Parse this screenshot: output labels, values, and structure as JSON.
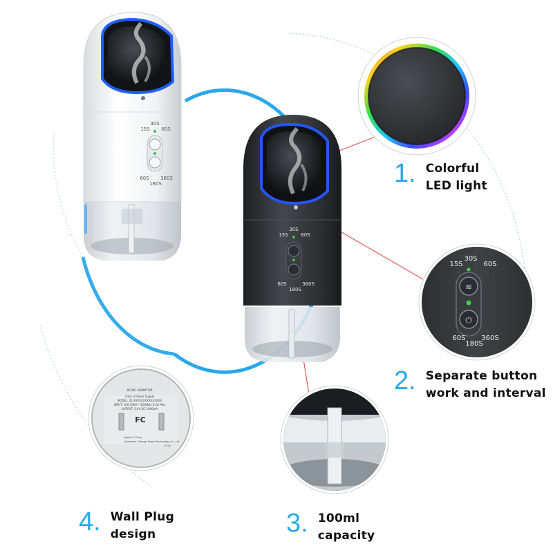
{
  "colors": {
    "accent": "#2aa8e8",
    "white_body": "#f4f5f6",
    "black_body": "#2b2d30",
    "callout_line": "#e05050"
  },
  "features": [
    {
      "number": "1.",
      "line1": "Colorful",
      "line2": "LED light"
    },
    {
      "number": "2.",
      "line1": "Separate button",
      "line2": "work and interval"
    },
    {
      "number": "3.",
      "line1": "100ml",
      "line2": "capacity"
    },
    {
      "number": "4.",
      "line1": "Wall Plug",
      "line2": "design"
    }
  ],
  "white_panel": {
    "t1": "30S",
    "t2": "15S",
    "t3": "60S",
    "b1": "60S",
    "b2": "360S",
    "b3": "180S"
  },
  "black_panel": {
    "t1": "30S",
    "t2": "15S",
    "t3": "60S",
    "b1": "60S",
    "b2": "360S",
    "b3": "180S"
  },
  "button_zoom": {
    "t1": "30S",
    "t2": "15S",
    "t3": "60S",
    "b1": "60S",
    "b2": "360S",
    "b3": "180S"
  },
  "plug_label": {
    "title": "AC/DC  ADAPTOR",
    "l1": "Class 2 Power Supply",
    "l2": "MODEL: ZL-XXXXXXXXXXXXXXX",
    "l3": "INPUT: 100-240V~ 50/60Hz 0.2A Max",
    "l4": "OUTPUT: 5.0V DC 1000mA",
    "fcc": "FC",
    "made": "Made in China",
    "maker": "Shenzhen Zhongyi Power Technology Co., Ltd",
    "code": "E312"
  }
}
